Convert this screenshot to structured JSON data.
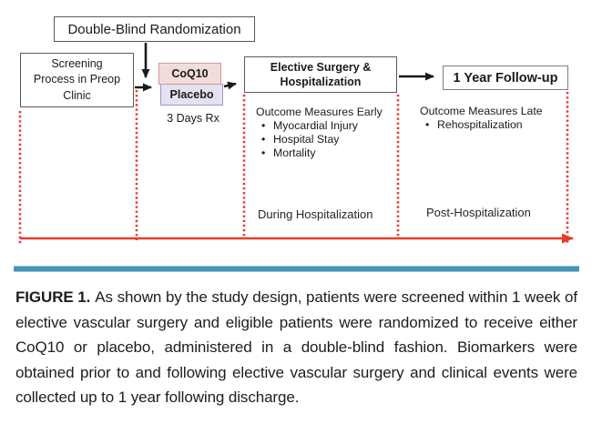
{
  "diagram": {
    "randomization_box": "Double-Blind Randomization",
    "screening_box": {
      "lines": [
        "Screening",
        "Process in Preop",
        "Clinic"
      ]
    },
    "coq10_label": "CoQ10",
    "placebo_label": "Placebo",
    "rx_duration": "3 Days Rx",
    "surgery_box": {
      "lines": [
        "Elective Surgery &",
        "Hospitalization"
      ]
    },
    "followup_box": "1 Year Follow-up",
    "outcomes_early": {
      "title": "Outcome Measures Early",
      "items": [
        "Myocardial Injury",
        "Hospital Stay",
        "Mortality"
      ]
    },
    "outcomes_late": {
      "title": "Outcome Measures Late",
      "items": [
        "Rehospitalization"
      ]
    },
    "phase_labels": {
      "during": "During Hospitalization",
      "post": "Post-Hospitalization"
    },
    "colors": {
      "timeline_red": "#e73b2b",
      "divider_blue": "#4494b8",
      "coq10_fill": "#f2dcdb",
      "coq10_border": "#d99694",
      "placebo_fill": "#e4e2f0",
      "placebo_border": "#9a97c5",
      "box_border_gray": "#595959"
    }
  },
  "caption": {
    "label": "FIGURE 1.",
    "text": "As shown by the study design, patients were screened within 1 week of elective vascular surgery and eligible patients were randomized to receive either CoQ10 or placebo, administered in a double-blind fashion. Biomarkers were obtained prior to and following elective vascular surgery and clinical events were collected up to 1 year following discharge."
  }
}
